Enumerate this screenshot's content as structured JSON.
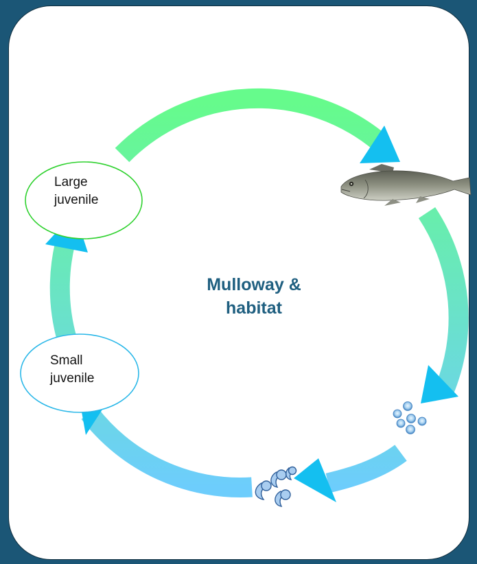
{
  "diagram": {
    "center_title": "Mulloway &\nhabitat",
    "stages": [
      {
        "id": "large-juvenile",
        "label": "Large\njuvenile",
        "outline_color": "#2ed12e"
      },
      {
        "id": "small-juvenile",
        "label": "Small\njuvenile",
        "outline_color": "#29b7e8"
      },
      {
        "id": "larvae",
        "icon": "larvae-icon"
      },
      {
        "id": "eggs",
        "icon": "eggs-icon"
      },
      {
        "id": "adult",
        "icon": "adult-fish-icon"
      }
    ],
    "colors": {
      "background": "#1b5676",
      "panel": "#ffffff",
      "arrow_head": "#14bff0",
      "cycle_top": "#66fb8c",
      "cycle_bottom": "#6dcdfc",
      "title": "#1f5f80"
    }
  }
}
